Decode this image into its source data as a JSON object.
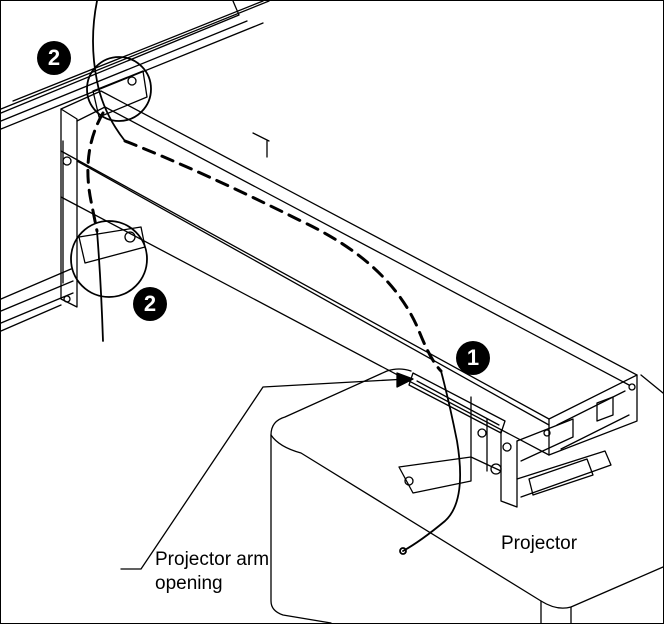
{
  "labels": {
    "arm_opening_line1": "Projector arm",
    "arm_opening_line2": "opening",
    "projector": "Projector"
  },
  "callouts": {
    "step_1": "1",
    "step_2_top": "2",
    "step_2_bottom": "2"
  },
  "colors": {
    "ink": "#000000",
    "background": "#ffffff"
  }
}
